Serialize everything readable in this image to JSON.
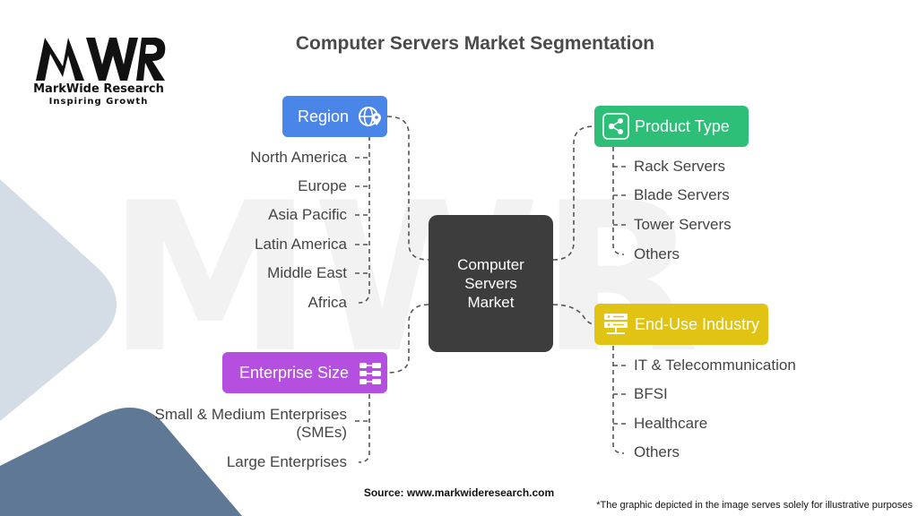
{
  "logo": {
    "mark": "MWR",
    "name": "MarkWide Research",
    "tagline": "Inspiring Growth"
  },
  "title": "Computer Servers Market Segmentation",
  "center": {
    "label": "Computer Servers Market"
  },
  "segments": {
    "region": {
      "label": "Region",
      "color": "#4a86e8",
      "icon": "globe-location-icon",
      "items": [
        "North America",
        "Europe",
        "Asia Pacific",
        "Latin America",
        "Middle East",
        "Africa"
      ]
    },
    "enterprise_size": {
      "label": "Enterprise Size",
      "color": "#b44fe0",
      "icon": "hierarchy-icon",
      "items": [
        "Small & Medium Enterprises (SMEs)",
        "Large Enterprises"
      ]
    },
    "product_type": {
      "label": "Product Type",
      "color": "#2dbe78",
      "icon": "share-nodes-icon",
      "items": [
        "Rack Servers",
        "Blade Servers",
        "Tower Servers",
        "Others"
      ]
    },
    "end_use": {
      "label": "End-Use Industry",
      "color": "#e1c413",
      "icon": "server-rack-icon",
      "items": [
        "IT & Telecommunication",
        "BFSI",
        "Healthcare",
        "Others"
      ]
    }
  },
  "source": "Source: www.markwideresearch.com",
  "note": "*The graphic depicted in the image serves solely for illustrative purposes"
}
